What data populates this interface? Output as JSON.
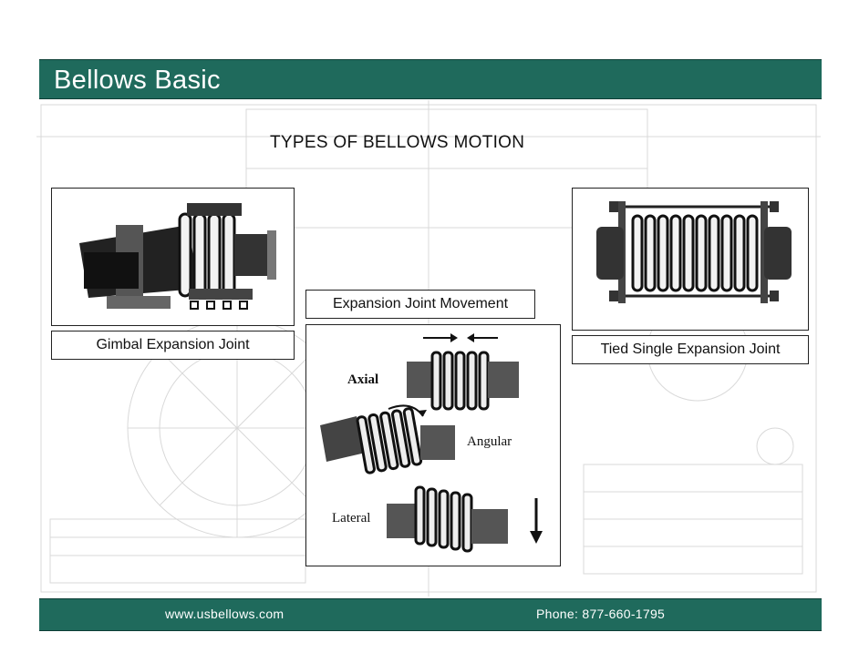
{
  "slide": {
    "title": "Bellows Basic",
    "heading": "TYPES OF BELLOWS MOTION"
  },
  "panels": {
    "gimbal": {
      "caption": "Gimbal Expansion Joint",
      "image_icon": "gimbal-expansion-joint-illustration"
    },
    "movement": {
      "caption": "Expansion Joint Movement",
      "image_icon": "bellows-movement-illustration",
      "labels": {
        "axial": "Axial",
        "angular": "Angular",
        "lateral": "Lateral"
      }
    },
    "tied": {
      "caption": "Tied Single Expansion Joint",
      "image_icon": "tied-expansion-joint-illustration"
    }
  },
  "footer": {
    "website": "www.usbellows.com",
    "phone": "Phone: 877-660-1795"
  },
  "colors": {
    "accent": "#1f6a5c",
    "text_on_accent": "#ffffff"
  }
}
